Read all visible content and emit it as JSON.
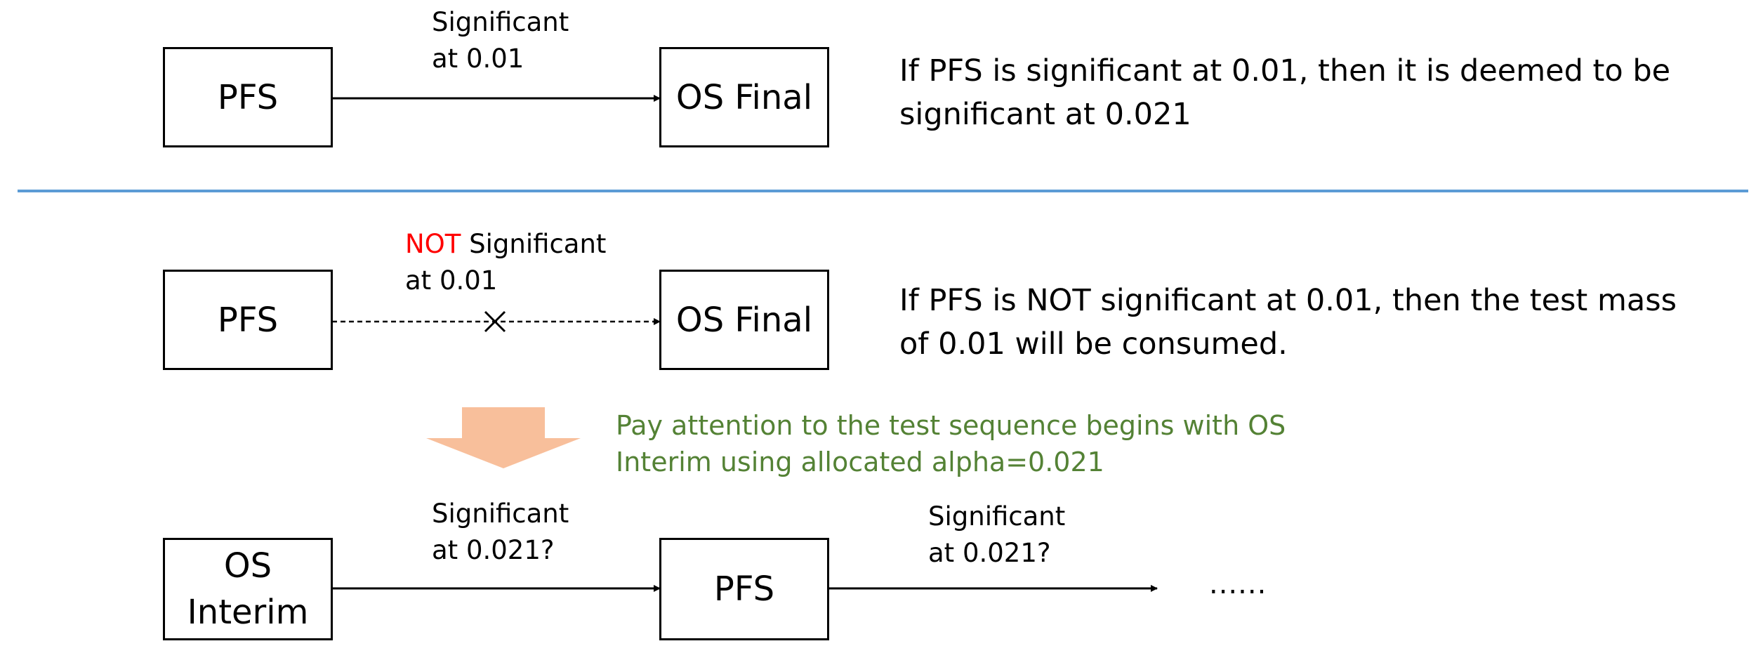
{
  "colors": {
    "line": "#000000",
    "divider": "#5b9bd5",
    "arrow_fill": "#f8bf9b",
    "negation": "#ff0000",
    "highlight_text": "#548235"
  },
  "top_section": {
    "source_box": "PFS",
    "target_box": "OS Final",
    "edge_label_line1": "Significant",
    "edge_label_line2": "at 0.01",
    "note_line1": "If PFS is significant at 0.01, then it is deemed to be",
    "note_line2": "significant at 0.021"
  },
  "middle_section": {
    "source_box": "PFS",
    "target_box": "OS Final",
    "edge_label_negation": "NOT",
    "edge_label_rest": " Significant",
    "edge_label_line2": "at 0.01",
    "edge_marker": "cross-mark",
    "note_line1": "If PFS is NOT significant at 0.01, then the test mass",
    "note_line2": "of 0.01 will be consumed."
  },
  "transition": {
    "arrow_icon": "down-arrow",
    "text_line1": "Pay attention to the test sequence begins with OS",
    "text_line2": "Interim using allocated alpha=0.021"
  },
  "bottom_section": {
    "first_box_line1": "OS",
    "first_box_line2": "Interim",
    "second_box": "PFS",
    "edge1_label_line1": "Significant",
    "edge1_label_line2": "at 0.021?",
    "edge2_label_line1": "Significant",
    "edge2_label_line2": "at 0.021?",
    "continuation": "......"
  }
}
